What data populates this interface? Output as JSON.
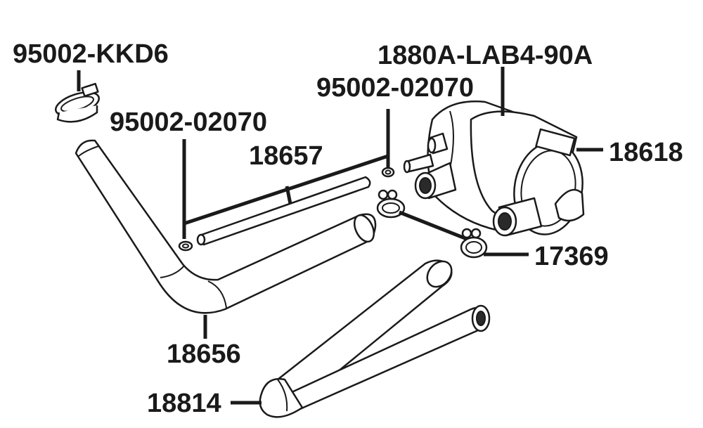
{
  "labels": {
    "clamp_large": "95002-KKD6",
    "valve_assembly": "1880A-LAB4-90A",
    "clip_right": "95002-02070",
    "clip_left": "95002-02070",
    "tube_small": "18657",
    "valve_cover": "18618",
    "clip_pair": "17369",
    "hose_bent": "18656",
    "hose_y": "18814"
  }
}
